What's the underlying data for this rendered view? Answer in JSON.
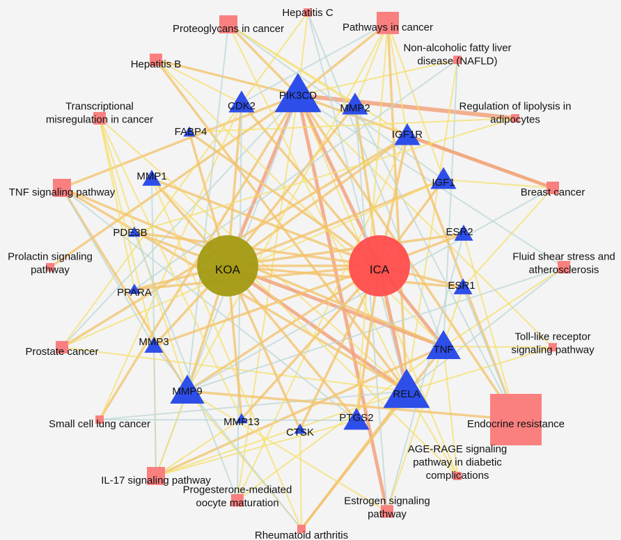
{
  "graph": {
    "colors": {
      "drug": "#ff4d4d",
      "disease": "#a39a13",
      "target": "#2d4ee8",
      "pathway": "#fa8080",
      "edge_strong": "#f1a27c",
      "edge_mid": "#f3c268",
      "edge_light": "#f5df6a",
      "edge_faint": "#bcd7d7"
    },
    "nodes": [
      {
        "id": "KOA",
        "label": "KOA",
        "kind": "disease",
        "weight": 5
      },
      {
        "id": "ICA",
        "label": "ICA",
        "kind": "drug",
        "weight": 5
      },
      {
        "id": "PIK3CD",
        "label": "PIK3CD",
        "kind": "target",
        "weight": 5
      },
      {
        "id": "RELA",
        "label": "RELA",
        "kind": "target",
        "weight": 5
      },
      {
        "id": "TNF",
        "label": "TNF",
        "kind": "target",
        "weight": 4
      },
      {
        "id": "CDK2",
        "label": "CDK2",
        "kind": "target",
        "weight": 3
      },
      {
        "id": "MMP2",
        "label": "MMP2",
        "kind": "target",
        "weight": 3
      },
      {
        "id": "IGF1R",
        "label": "IGF1R",
        "kind": "target",
        "weight": 3
      },
      {
        "id": "IGF1",
        "label": "IGF1",
        "kind": "target",
        "weight": 3
      },
      {
        "id": "MMP9",
        "label": "MMP9",
        "kind": "target",
        "weight": 4
      },
      {
        "id": "PTGS2",
        "label": "PTGS2",
        "kind": "target",
        "weight": 3
      },
      {
        "id": "MMP3",
        "label": "MMP3",
        "kind": "target",
        "weight": 2
      },
      {
        "id": "MMP1",
        "label": "MMP1",
        "kind": "target",
        "weight": 2
      },
      {
        "id": "ESR2",
        "label": "ESR2",
        "kind": "target",
        "weight": 2
      },
      {
        "id": "ESR1",
        "label": "ESR1",
        "kind": "target",
        "weight": 2
      },
      {
        "id": "PDE3B",
        "label": "PDE3B",
        "kind": "target",
        "weight": 1
      },
      {
        "id": "PPARA",
        "label": "PPARA",
        "kind": "target",
        "weight": 1
      },
      {
        "id": "FABP4",
        "label": "FABP4",
        "kind": "target",
        "weight": 1
      },
      {
        "id": "MMP13",
        "label": "MMP13",
        "kind": "target",
        "weight": 1
      },
      {
        "id": "CTSK",
        "label": "CTSK",
        "kind": "target",
        "weight": 1
      },
      {
        "id": "HepC",
        "label": "Hepatitis C",
        "kind": "pathway",
        "weight": 1
      },
      {
        "id": "Proteo",
        "label": "Proteoglycans in cancer",
        "kind": "pathway",
        "weight": 3
      },
      {
        "id": "PathCancer",
        "label": "Pathways in cancer",
        "kind": "pathway",
        "weight": 4
      },
      {
        "id": "HepB",
        "label": "Hepatitis B",
        "kind": "pathway",
        "weight": 2
      },
      {
        "id": "NAFLD",
        "label": "Non-alcoholic fatty liver\ndisease (NAFLD)",
        "kind": "pathway",
        "weight": 1
      },
      {
        "id": "Transcr",
        "label": "Transcriptional\nmisregulation in cancer",
        "kind": "pathway",
        "weight": 2
      },
      {
        "id": "Lipolysis",
        "label": "Regulation of lipolysis in\nadipocytes",
        "kind": "pathway",
        "weight": 1
      },
      {
        "id": "TNFsig",
        "label": "TNF signaling pathway",
        "kind": "pathway",
        "weight": 3
      },
      {
        "id": "Breast",
        "label": "Breast cancer",
        "kind": "pathway",
        "weight": 2
      },
      {
        "id": "Prolactin",
        "label": "Prolactin signaling\npathway",
        "kind": "pathway",
        "weight": 1
      },
      {
        "id": "Fluid",
        "label": "Fluid shear stress and\natherosclerosis",
        "kind": "pathway",
        "weight": 2
      },
      {
        "id": "Prostate",
        "label": "Prostate cancer",
        "kind": "pathway",
        "weight": 2
      },
      {
        "id": "TLR",
        "label": "Toll-like receptor\nsignaling pathway",
        "kind": "pathway",
        "weight": 1
      },
      {
        "id": "SCLC",
        "label": "Small cell lung cancer",
        "kind": "pathway",
        "weight": 1
      },
      {
        "id": "Endocrine",
        "label": "Endocrine resistance",
        "kind": "pathway",
        "weight": 5
      },
      {
        "id": "IL17",
        "label": "IL-17 signaling pathway",
        "kind": "pathway",
        "weight": 3
      },
      {
        "id": "AGE",
        "label": "AGE-RAGE signaling\npathway in diabetic\ncomplications",
        "kind": "pathway",
        "weight": 1
      },
      {
        "id": "Progest",
        "label": "Progesterone-mediated\noocyte maturation",
        "kind": "pathway",
        "weight": 2
      },
      {
        "id": "Estrogen",
        "label": "Estrogen signaling\npathway",
        "kind": "pathway",
        "weight": 2
      },
      {
        "id": "RA",
        "label": "Rheumatoid arthritis",
        "kind": "pathway",
        "weight": 1
      }
    ],
    "edges": [
      [
        "PIK3CD",
        "Lipolysis",
        4
      ],
      [
        "PIK3CD",
        "KOA",
        3
      ],
      [
        "PIK3CD",
        "ICA",
        3
      ],
      [
        "PIK3CD",
        "Proteo",
        2
      ],
      [
        "PIK3CD",
        "PathCancer",
        2
      ],
      [
        "PIK3CD",
        "HepB",
        2
      ],
      [
        "PIK3CD",
        "Endocrine",
        2
      ],
      [
        "PIK3CD",
        "Estrogen",
        3
      ],
      [
        "PIK3CD",
        "Prolactin",
        2
      ],
      [
        "PIK3CD",
        "TNFsig",
        2
      ],
      [
        "PIK3CD",
        "SCLC",
        2
      ],
      [
        "PIK3CD",
        "Breast",
        2
      ],
      [
        "PIK3CD",
        "IL17",
        1
      ],
      [
        "PIK3CD",
        "Progest",
        1
      ],
      [
        "PIK3CD",
        "AGE",
        1
      ],
      [
        "PIK3CD",
        "Prostate",
        1
      ],
      [
        "PIK3CD",
        "NAFLD",
        1
      ],
      [
        "PIK3CD",
        "HepC",
        1
      ],
      [
        "PIK3CD",
        "Fluid",
        1
      ],
      [
        "PIK3CD",
        "TLR",
        1
      ],
      [
        "RELA",
        "KOA",
        3
      ],
      [
        "RELA",
        "ICA",
        3
      ],
      [
        "RELA",
        "RA",
        2
      ],
      [
        "RELA",
        "TNFsig",
        2
      ],
      [
        "RELA",
        "PathCancer",
        2
      ],
      [
        "RELA",
        "Proteo",
        1
      ],
      [
        "RELA",
        "HepB",
        2
      ],
      [
        "RELA",
        "HepC",
        1
      ],
      [
        "RELA",
        "TLR",
        1
      ],
      [
        "RELA",
        "IL17",
        1
      ],
      [
        "RELA",
        "Fluid",
        1
      ],
      [
        "RELA",
        "AGE",
        1
      ],
      [
        "RELA",
        "Prostate",
        1
      ],
      [
        "RELA",
        "SCLC",
        1
      ],
      [
        "RELA",
        "Transcr",
        1
      ],
      [
        "RELA",
        "NAFLD",
        1
      ],
      [
        "TNF",
        "KOA",
        3
      ],
      [
        "TNF",
        "ICA",
        3
      ],
      [
        "TNF",
        "TNFsig",
        2
      ],
      [
        "TNF",
        "IL17",
        2
      ],
      [
        "TNF",
        "RA",
        2
      ],
      [
        "TNF",
        "HepB",
        1
      ],
      [
        "TNF",
        "HepC",
        1
      ],
      [
        "TNF",
        "TLR",
        1
      ],
      [
        "TNF",
        "Fluid",
        1
      ],
      [
        "TNF",
        "NAFLD",
        1
      ],
      [
        "TNF",
        "AGE",
        1
      ],
      [
        "TNF",
        "Progest",
        1
      ],
      [
        "IGF1R",
        "Breast",
        3
      ],
      [
        "IGF1R",
        "KOA",
        2
      ],
      [
        "IGF1R",
        "ICA",
        2
      ],
      [
        "IGF1R",
        "Endocrine",
        2
      ],
      [
        "IGF1R",
        "PathCancer",
        1
      ],
      [
        "IGF1R",
        "Proteo",
        1
      ],
      [
        "IGF1R",
        "Prostate",
        2
      ],
      [
        "IGF1R",
        "Progest",
        1
      ],
      [
        "IGF1",
        "KOA",
        2
      ],
      [
        "IGF1",
        "ICA",
        2
      ],
      [
        "IGF1",
        "Breast",
        1
      ],
      [
        "IGF1",
        "Prostate",
        1
      ],
      [
        "IGF1",
        "Proteo",
        1
      ],
      [
        "IGF1",
        "PathCancer",
        1
      ],
      [
        "CDK2",
        "KOA",
        2
      ],
      [
        "CDK2",
        "ICA",
        2
      ],
      [
        "CDK2",
        "HepB",
        1
      ],
      [
        "CDK2",
        "HepC",
        1
      ],
      [
        "CDK2",
        "PathCancer",
        1
      ],
      [
        "CDK2",
        "Prostate",
        1
      ],
      [
        "CDK2",
        "SCLC",
        1
      ],
      [
        "CDK2",
        "Progest",
        1
      ],
      [
        "MMP2",
        "KOA",
        2
      ],
      [
        "MMP2",
        "ICA",
        2
      ],
      [
        "MMP2",
        "Endocrine",
        1
      ],
      [
        "MMP2",
        "Proteo",
        1
      ],
      [
        "MMP2",
        "PathCancer",
        1
      ],
      [
        "MMP2",
        "Estrogen",
        1
      ],
      [
        "MMP9",
        "KOA",
        2
      ],
      [
        "MMP9",
        "ICA",
        2
      ],
      [
        "MMP9",
        "Endocrine",
        2
      ],
      [
        "MMP9",
        "TNFsig",
        2
      ],
      [
        "MMP9",
        "IL17",
        1
      ],
      [
        "MMP9",
        "Proteo",
        1
      ],
      [
        "MMP9",
        "PathCancer",
        1
      ],
      [
        "MMP9",
        "RA",
        1
      ],
      [
        "MMP9",
        "Fluid",
        1
      ],
      [
        "MMP9",
        "Transcr",
        1
      ],
      [
        "MMP9",
        "Estrogen",
        1
      ],
      [
        "MMP9",
        "Breast",
        1
      ],
      [
        "PTGS2",
        "KOA",
        2
      ],
      [
        "PTGS2",
        "ICA",
        2
      ],
      [
        "PTGS2",
        "TNFsig",
        1
      ],
      [
        "PTGS2",
        "IL17",
        1
      ],
      [
        "PTGS2",
        "PathCancer",
        1
      ],
      [
        "PTGS2",
        "SCLC",
        1
      ],
      [
        "MMP3",
        "KOA",
        2
      ],
      [
        "MMP3",
        "ICA",
        2
      ],
      [
        "MMP3",
        "TNFsig",
        1
      ],
      [
        "MMP3",
        "IL17",
        1
      ],
      [
        "MMP3",
        "Transcr",
        1
      ],
      [
        "MMP3",
        "RA",
        1
      ],
      [
        "MMP1",
        "KOA",
        2
      ],
      [
        "MMP1",
        "ICA",
        2
      ],
      [
        "MMP1",
        "IL17",
        1
      ],
      [
        "MMP1",
        "RA",
        1
      ],
      [
        "MMP1",
        "AGE",
        1
      ],
      [
        "ESR2",
        "KOA",
        2
      ],
      [
        "ESR2",
        "ICA",
        2
      ],
      [
        "ESR2",
        "Endocrine",
        1
      ],
      [
        "ESR2",
        "Estrogen",
        1
      ],
      [
        "ESR1",
        "KOA",
        2
      ],
      [
        "ESR1",
        "ICA",
        2
      ],
      [
        "ESR1",
        "Endocrine",
        1
      ],
      [
        "ESR1",
        "Estrogen",
        1
      ],
      [
        "ESR1",
        "Breast",
        1
      ],
      [
        "PDE3B",
        "KOA",
        2
      ],
      [
        "PDE3B",
        "ICA",
        2
      ],
      [
        "PDE3B",
        "Lipolysis",
        1
      ],
      [
        "PDE3B",
        "Progest",
        1
      ],
      [
        "PPARA",
        "KOA",
        2
      ],
      [
        "PPARA",
        "ICA",
        2
      ],
      [
        "PPARA",
        "NAFLD",
        1
      ],
      [
        "PPARA",
        "Transcr",
        1
      ],
      [
        "FABP4",
        "KOA",
        2
      ],
      [
        "FABP4",
        "ICA",
        2
      ],
      [
        "FABP4",
        "Lipolysis",
        1
      ],
      [
        "MMP13",
        "KOA",
        2
      ],
      [
        "MMP13",
        "ICA",
        2
      ],
      [
        "MMP13",
        "IL17",
        1
      ],
      [
        "MMP13",
        "Transcr",
        1
      ],
      [
        "CTSK",
        "KOA",
        2
      ],
      [
        "CTSK",
        "ICA",
        2
      ],
      [
        "CTSK",
        "RA",
        1
      ],
      [
        "KOA",
        "ICA",
        2
      ]
    ]
  }
}
